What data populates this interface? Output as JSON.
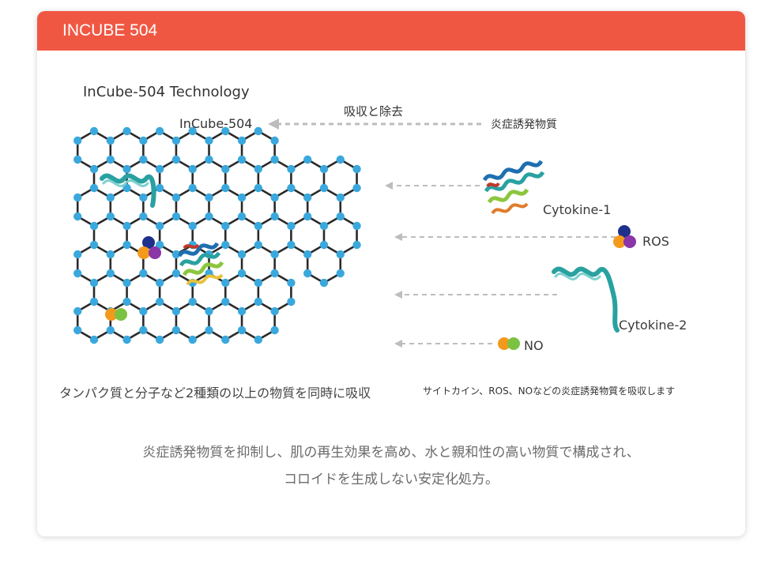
{
  "header": {
    "title": "INCUBE 504"
  },
  "diagram": {
    "technology_title": "InCube-504 Technology",
    "incube_label": "InCube-504",
    "absorb_remove_label": "吸収と除去",
    "inflammatory_label": "炎症誘発物質",
    "cytokine1_label": "Cytokine-1",
    "ros_label": "ROS",
    "cytokine2_label": "Cytokine-2",
    "no_label": "NO",
    "absorb_caption": "タンパク質と分子など2種類の以上の物質を同時に吸収",
    "absorb_subcaption": "サイトカイン、ROS、NOなどの炎症誘発物質を吸収します",
    "colors": {
      "node": "#3aa8dc",
      "bond": "#2a2a2a",
      "arrow": "#bdbdbd",
      "navy": "#1f2f8c",
      "orange": "#f39a1c",
      "purple": "#8a35a8",
      "green": "#7cc242"
    }
  },
  "description": {
    "line1": "炎症誘発物質を抑制し、肌の再生効果を高め、水と親和性の高い物質で構成され、",
    "line2": "コロイドを生成しない安定化処方。"
  }
}
